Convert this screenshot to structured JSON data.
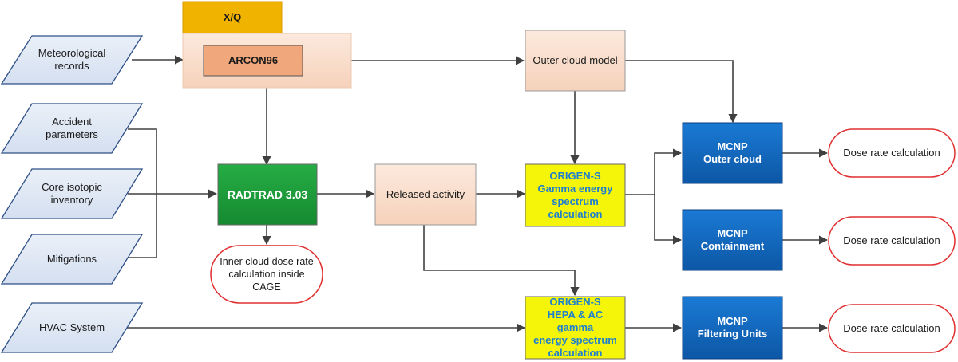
{
  "diagram": {
    "inputs": {
      "meteorological": "Meteorological\nrecords",
      "accident": "Accident\nparameters",
      "core": "Core isotopic\ninventory",
      "mitigations": "Mitigations",
      "hvac": "HVAC System"
    },
    "xq_label": "X/Q",
    "arcon_label": "ARCON96",
    "radtrad_label": "RADTRAD 3.03",
    "released_label": "Released activity",
    "outer_cloud_model_label": "Outer cloud model",
    "origen_gamma": {
      "title": "ORIGEN-S",
      "body": "Gamma energy\nspectrum\ncalculation"
    },
    "origen_hepa": {
      "title": "ORIGEN-S",
      "body": "HEPA & AC gamma\nenergy spectrum\ncalculation"
    },
    "mcnp_outer": {
      "title": "MCNP",
      "body": "Outer cloud"
    },
    "mcnp_containment": {
      "title": "MCNP",
      "body": "Containment"
    },
    "mcnp_filtering": {
      "title": "MCNP",
      "body": "Filtering Units"
    },
    "inner_cloud_label": "Inner cloud dose rate\ncalculation inside CAGE",
    "dose_outer": "Dose rate calculation",
    "dose_containment": "Dose rate calculation",
    "dose_filtering": "Dose rate calculation",
    "colors": {
      "input_fill": "#dde6f3",
      "input_stroke": "#2e4f86",
      "xq_fill": "#f0b400",
      "peach_fill": "#f9dccb",
      "arcon_fill": "#f0a77b",
      "radtrad_fill": "#1e9a3a",
      "origen_fill": "#f5f50a",
      "mcnp_fill": "#1169c0",
      "terminal_stroke": "#e03030",
      "origen_text": "#1f7fcf",
      "arrow": "#404040"
    }
  }
}
